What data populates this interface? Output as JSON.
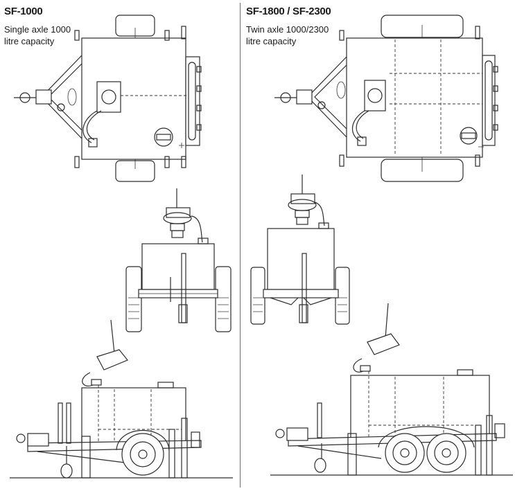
{
  "models": [
    {
      "name": "SF-1000",
      "description_line1": "Single axle 1000",
      "description_line2": "litre capacity"
    },
    {
      "name": "SF-1800 / SF-2300",
      "description_line1": "Twin axle 1000/2300",
      "description_line2": "litre capacity"
    }
  ]
}
